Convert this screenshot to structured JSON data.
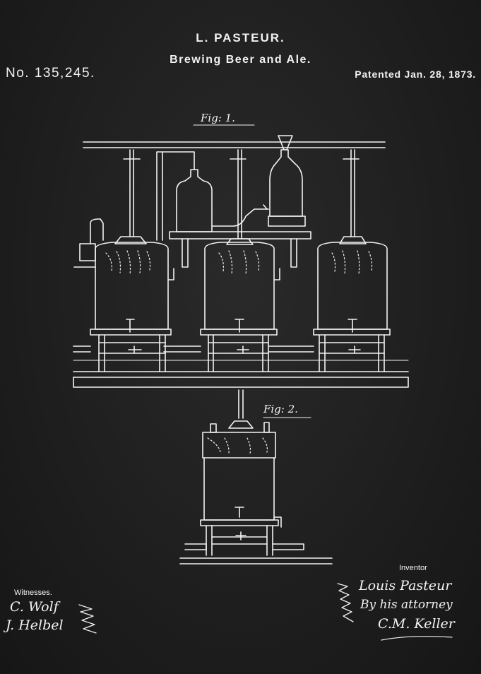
{
  "header": {
    "title": "L. PASTEUR.",
    "subtitle": "Brewing Beer and Ale.",
    "patent_number": "No. 135,245.",
    "patent_date": "Patented Jan. 28, 1873."
  },
  "figures": {
    "fig1_label": "Fig: 1.",
    "fig2_label": "Fig: 2."
  },
  "witnesses": {
    "label": "Witnesses.",
    "signature_1": "C. Wolf",
    "signature_2": "J. Helbel"
  },
  "inventor": {
    "label": "Inventor",
    "signature": "Louis Pasteur",
    "attorney_line": "By his attorney",
    "attorney_signature": "C.M. Keller"
  },
  "colors": {
    "background": "#1f1f1f",
    "ink": "#f2f2f2"
  }
}
